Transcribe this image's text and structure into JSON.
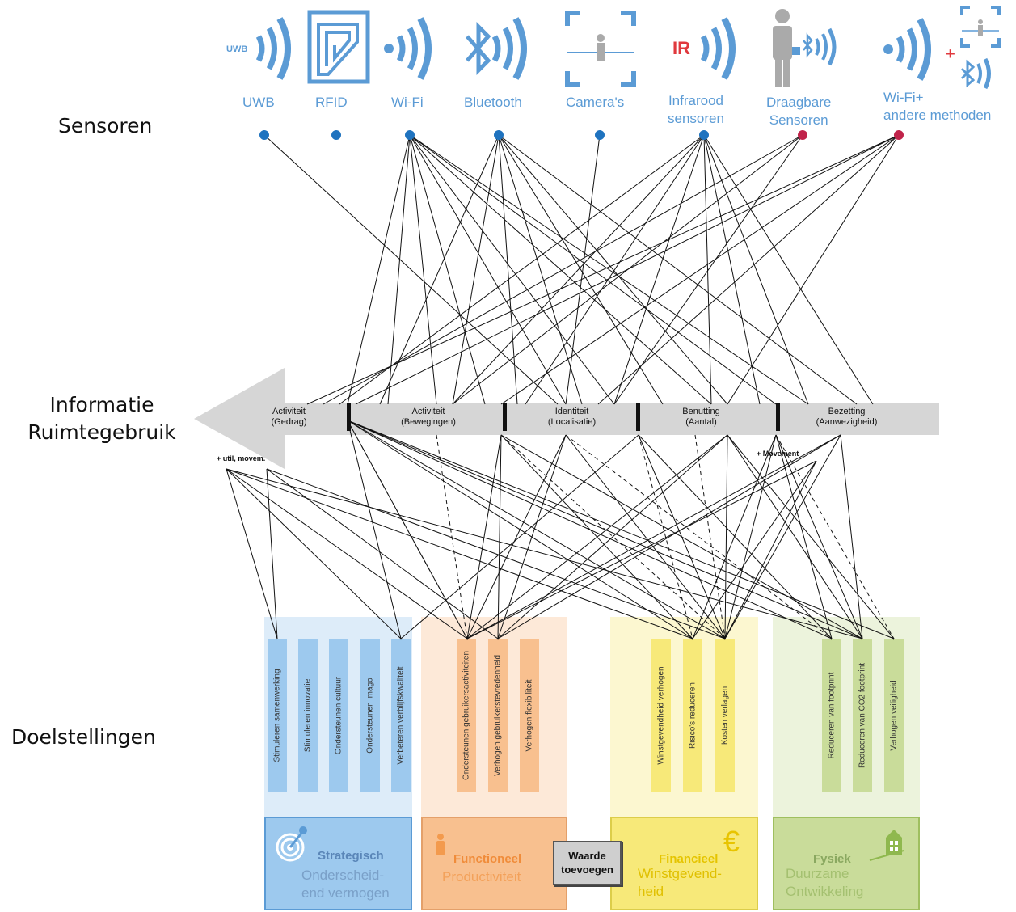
{
  "rows": {
    "sensors": "Sensoren",
    "info_line1": "Informatie",
    "info_line2": "Ruimtegebruik",
    "goals": "Doelstellingen"
  },
  "sensors": [
    {
      "name": "UWB",
      "icon": "uwb-wave-icon",
      "badge": "UWB"
    },
    {
      "name": "RFID",
      "icon": "rfid-tag-icon"
    },
    {
      "name": "Wi-Fi",
      "icon": "wifi-wave-icon"
    },
    {
      "name": "Bluetooth",
      "icon": "bluetooth-icon"
    },
    {
      "name": "Camera's",
      "icon": "camera-frame-icon"
    },
    {
      "name1": "Infrarood",
      "name2": "sensoren",
      "icon": "infrared-icon",
      "badge": "IR"
    },
    {
      "name1": "Draagbare",
      "name2": "Sensoren",
      "icon": "wearable-person-icon"
    },
    {
      "name1": "Wi-Fi+",
      "name2": "andere methoden",
      "icon": "combined-methods-icon",
      "plus": "+"
    }
  ],
  "info_segments": [
    {
      "l1": "Activiteit",
      "l2": "(Gedrag)"
    },
    {
      "l1": "Activiteit",
      "l2": "(Bewegingen)"
    },
    {
      "l1": "Identiteit",
      "l2": "(Localisatie)"
    },
    {
      "l1": "Benutting",
      "l2": "(Aantal)"
    },
    {
      "l1": "Bezetting",
      "l2": "(Aanwezigheid)"
    }
  ],
  "notes": {
    "left": "+ util, movem.",
    "right": "+ Movement"
  },
  "goal_groups": [
    {
      "title": "Strategisch",
      "sub1": "Onderscheid-",
      "sub2": "end vermogen",
      "items": [
        "Stimuleren samenwerking",
        "Stimuleren innovatie",
        "Ondersteunen cultuur",
        "Ondersteunen imago",
        "Verbeteren verblijfskwaliteit"
      ]
    },
    {
      "title": "Functioneel",
      "sub1": "Productiviteit",
      "items": [
        "Ondersteunen gebruikersactiviteiten",
        "Verhogen gebruikerstevredenheid",
        "Verhogen flexibiliteit"
      ]
    },
    {
      "title": "Financieel",
      "sub1": "Winstgevend-",
      "sub2": "heid",
      "symbol": "€",
      "items": [
        "Winstgevendheid verhogen",
        "Risico's reduceren",
        "Kosten verlagen"
      ]
    },
    {
      "title": "Fysiek",
      "sub1": "Duurzame",
      "sub2": "Ontwikkeling",
      "items": [
        "Reduceren van footprint",
        "Reduceren van CO2 footprint",
        "Verhogen veiligheid"
      ]
    }
  ],
  "value_button": {
    "l1": "Waarde",
    "l2": "toevoegen"
  },
  "colors": {
    "sensor_blue": "#5b9bd5",
    "dot_blue": "#1f73bf",
    "dot_red": "#c0234a",
    "ir_red": "#e0393e",
    "arrow_grey": "#d6d6d6",
    "strategic": "#9dc9ee",
    "functional": "#f8c08f",
    "financial": "#f7e979",
    "physical": "#c9dc9a"
  }
}
